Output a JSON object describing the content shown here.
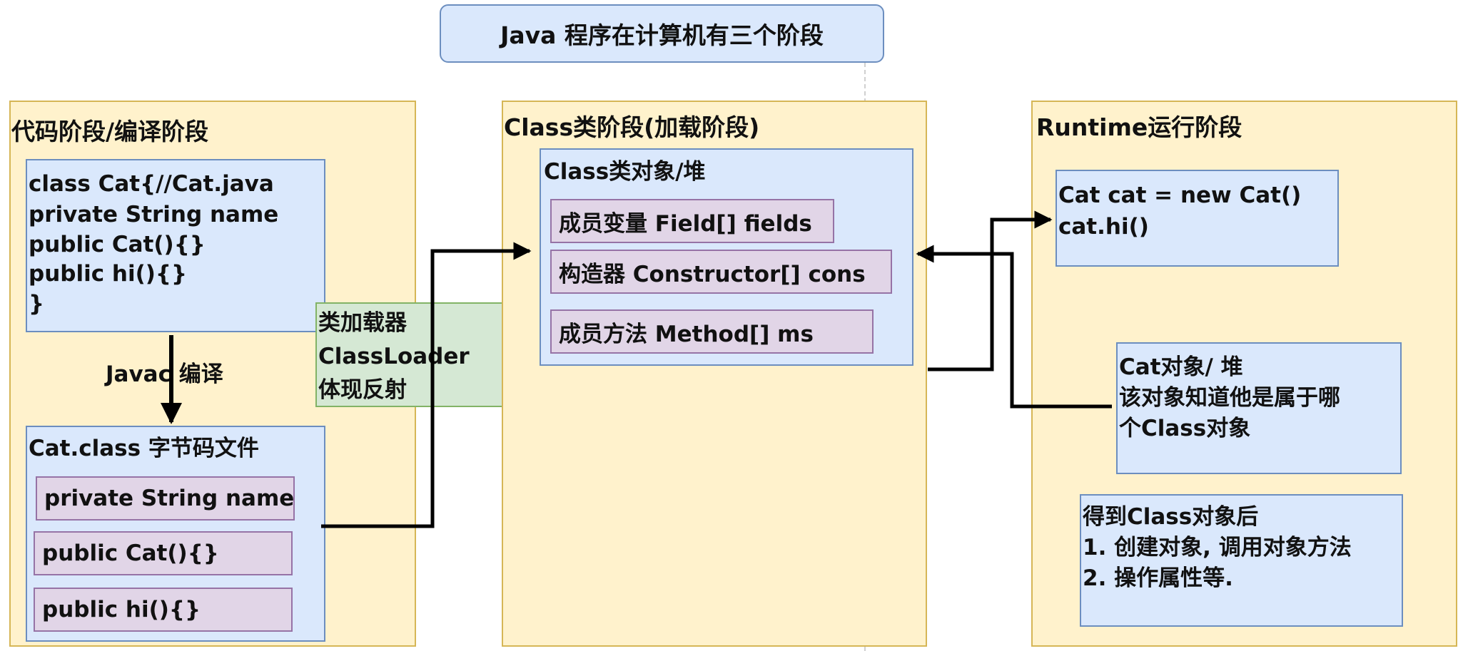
{
  "title": "Java 程序在计算机有三个阶段",
  "stages": {
    "code": {
      "title": "代码阶段/编译阶段",
      "source": {
        "lines": [
          "class Cat{//Cat.java",
          "private String name",
          "public Cat(){}",
          "public hi(){}",
          "}"
        ]
      },
      "compile_label": "Javac 编译",
      "bytecode": {
        "title": "Cat.class 字节码文件",
        "items": [
          "private String name",
          "public Cat(){}",
          "public hi(){}"
        ]
      }
    },
    "loader": {
      "lines": [
        "类加载器",
        "ClassLoader",
        "体现反射"
      ]
    },
    "class": {
      "title": "Class类阶段(加载阶段)",
      "object": {
        "title": "Class类对象/堆",
        "items": [
          "成员变量 Field[] fields",
          "构造器 Constructor[] cons",
          "成员方法 Method[] ms"
        ]
      }
    },
    "runtime": {
      "title": "Runtime运行阶段",
      "code": {
        "lines": [
          "Cat cat = new Cat()",
          "cat.hi()"
        ]
      },
      "object": {
        "lines": [
          "Cat对象/ 堆",
          "该对象知道他是属于哪",
          "个Class对象"
        ]
      },
      "after": {
        "lines": [
          "得到Class对象后",
          "1. 创建对象, 调用对象方法",
          "2. 操作属性等."
        ]
      }
    }
  },
  "colors": {
    "stage_fill": "#fff2cc",
    "stage_border": "#d6b656",
    "blue_fill": "#dae8fc",
    "blue_border": "#6c8ebf",
    "pink_fill": "#e1d5e7",
    "pink_border": "#9673a6",
    "green_fill": "#d5e8d4",
    "green_border": "#82b366",
    "arrow": "#000000"
  }
}
